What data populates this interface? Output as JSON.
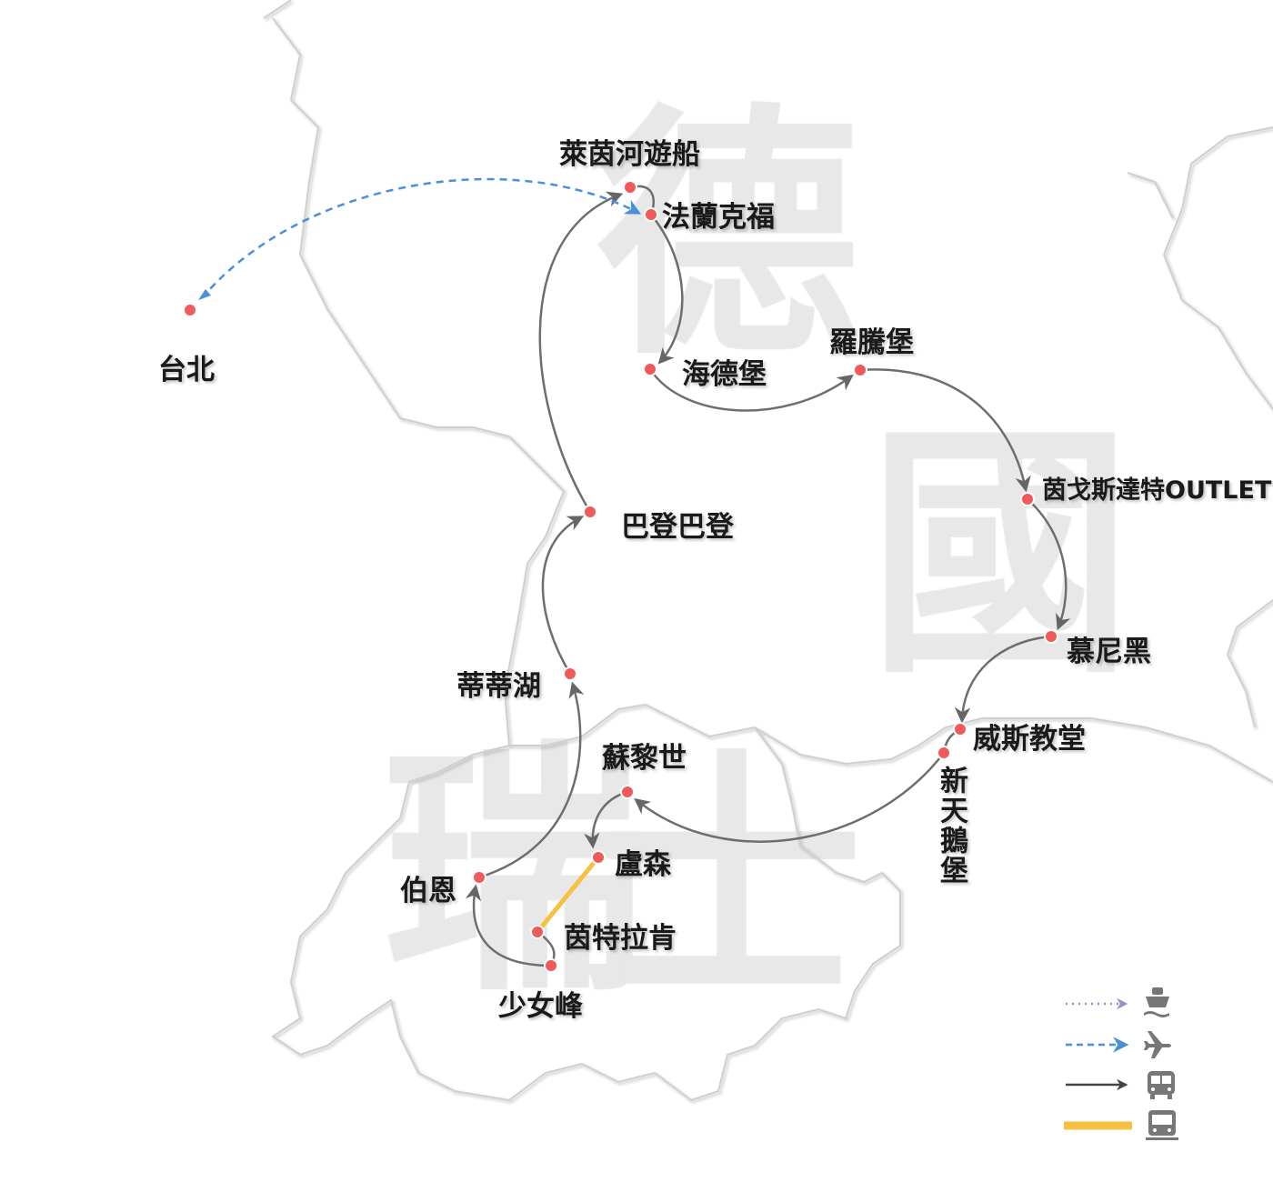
{
  "watermarks": {
    "germany_1": "德",
    "germany_2": "國",
    "swiss_1": "瑞",
    "swiss_2": "士"
  },
  "places": {
    "rhine_cruise": "萊茵河遊船",
    "frankfurt": "法蘭克福",
    "taipei": "台北",
    "heidelberg": "海德堡",
    "rothenburg": "羅騰堡",
    "ingolstadt": "茵戈斯達特OUTLET",
    "munich": "慕尼黑",
    "wieskirche": "威斯教堂",
    "neuschwanstein": "新天鵝堡",
    "zurich": "蘇黎世",
    "lucerne": "盧森",
    "interlaken": "茵特拉肯",
    "jungfrau": "少女峰",
    "bern": "伯恩",
    "titisee": "蒂蒂湖",
    "baden_baden": "巴登巴登"
  },
  "legend": [
    {
      "mode": "ship",
      "icon": "ship-icon",
      "line": "dotted",
      "color": "#9b8fd0"
    },
    {
      "mode": "plane",
      "icon": "plane-icon",
      "line": "dashed",
      "color": "#4a90d9"
    },
    {
      "mode": "bus",
      "icon": "bus-icon",
      "line": "solid",
      "color": "#444444"
    },
    {
      "mode": "train",
      "icon": "train-icon",
      "line": "thick",
      "color": "#f6c141"
    }
  ],
  "colors": {
    "route": "#6e6e6e",
    "flight": "#4a90d9",
    "train": "#f6c141",
    "dot": "#f05a5a",
    "border": "#d0d0d0"
  }
}
